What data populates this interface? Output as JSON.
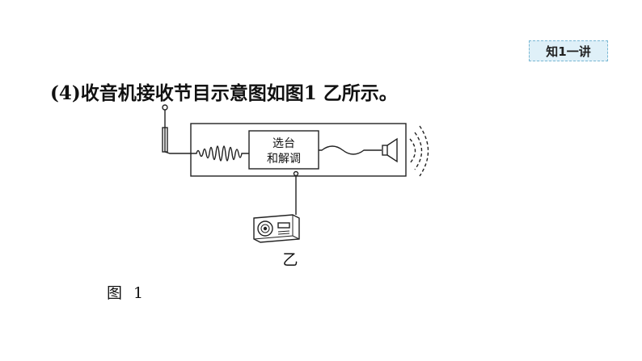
{
  "badge": {
    "label": "知1一讲"
  },
  "heading": {
    "text": "(4)收音机接收节目示意图如图1 乙所示。"
  },
  "diagram": {
    "box_line1": "选台",
    "box_line2": "和解调",
    "sublabel": "乙",
    "stroke_color": "#222222"
  },
  "figure": {
    "caption": "图 1"
  }
}
